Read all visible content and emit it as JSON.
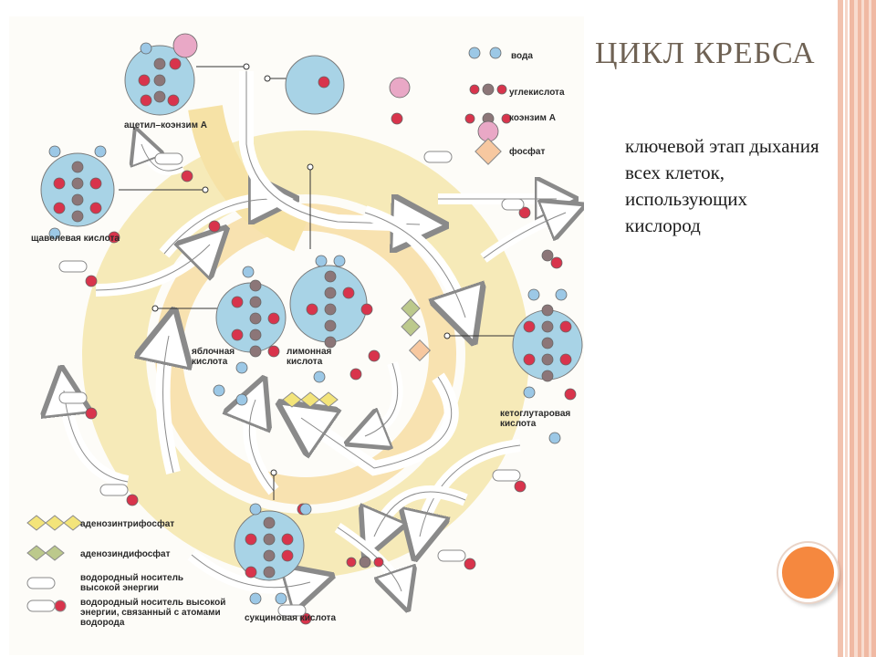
{
  "slide": {
    "title": "ЦИКЛ КРЕБСА",
    "body": "ключевой этап дыхания всех клеток, использующих кислород"
  },
  "diagram": {
    "legend_top": {
      "water": "вода",
      "co2": "углекислота",
      "coenzyme": "коэнзим А",
      "phosphate": "фосфат"
    },
    "molecules": {
      "acetyl": "ацетил–коэнзим А",
      "oxaloacetic": "щавелевая кислота",
      "malic_1": "яблочная",
      "malic_2": "кислота",
      "citric_1": "лимонная",
      "citric_2": "кислота",
      "ketoglutaric_1": "кетоглутаровая",
      "ketoglutaric_2": "кислота",
      "succinic": "сукциновая кислота"
    },
    "legend_bottom": {
      "atp": "аденозинтрифосфат",
      "adp": "аденозиндифосфат",
      "carrier_1": "водородный носитель",
      "carrier_2": "высокой энергии",
      "carrier_h_1": "водородный носитель высокой",
      "carrier_h_2": "энергии, связанный с атомами",
      "carrier_h_3": "водорода"
    },
    "colors": {
      "outer_ring": "#f6eab8",
      "inner_ring": "#f8d7a0",
      "molecule_fill": "#a8d3e6",
      "atom_red": "#d8344c",
      "atom_blue": "#9cc8e6",
      "atom_grey": "#8c7678",
      "coenzyme_pink": "#e9a8c6",
      "phosphate_peach": "#f7c8a0",
      "atp_yellow": "#f3e47a",
      "adp_green": "#bcc98c"
    }
  }
}
